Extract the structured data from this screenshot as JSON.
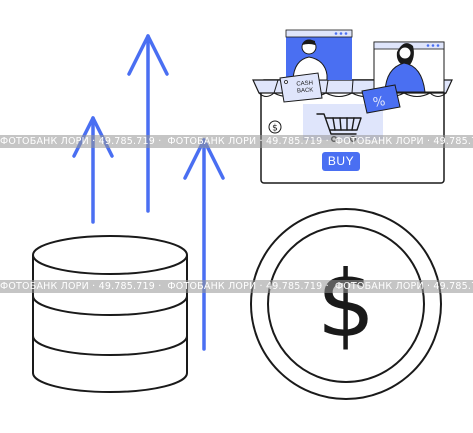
{
  "illustration": {
    "shop": {
      "buy_label": "BUY",
      "cashback_label": "CASH BACK",
      "discount_symbol": "%",
      "coin_symbol": "$"
    },
    "coin": {
      "symbol": "$"
    }
  },
  "watermark": {
    "text": "ФОТОБАНК ЛОРИ · 49.785.719 ·"
  },
  "colors": {
    "accent": "#4a6ff2",
    "stroke": "#1a1a1a",
    "light_blue": "#dfe5fb"
  }
}
